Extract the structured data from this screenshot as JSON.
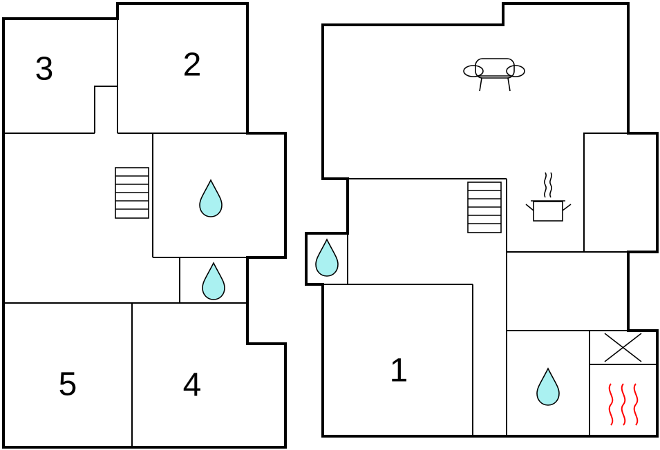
{
  "rooms": {
    "bedroom_1": "1",
    "bedroom_2": "2",
    "bedroom_3": "3",
    "bedroom_4": "4",
    "bedroom_5": "5"
  },
  "colors": {
    "wall": "#000000",
    "water_drop": "#aaf1f1",
    "terrace": "#c0fcc0",
    "heating": "#ff0000",
    "background": "#ffffff"
  },
  "icons": [
    "water-drop-icon",
    "stairs-icon",
    "sofa-icon",
    "cooking-pot-icon",
    "sauna-heat-icon",
    "void-cross-icon"
  ]
}
